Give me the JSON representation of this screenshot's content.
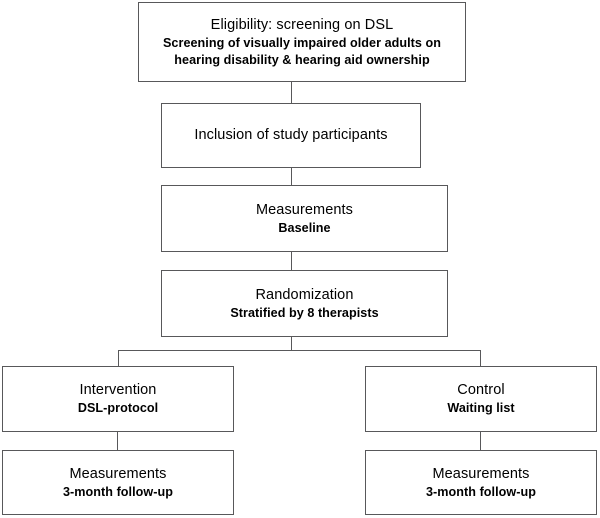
{
  "diagram": {
    "kind": "study-flow-diagram",
    "colors": {
      "background": "#ffffff",
      "border": "#58585a",
      "text": "#000000"
    },
    "nodes": {
      "eligibility": {
        "title": "Eligibility: screening on DSL",
        "sub_line1": "Screening of visually impaired older adults on",
        "sub_line2": "hearing disability & hearing aid ownership"
      },
      "inclusion": {
        "title": "Inclusion of study participants"
      },
      "baseline": {
        "title": "Measurements",
        "sub": "Baseline"
      },
      "randomization": {
        "title": "Randomization",
        "sub": "Stratified by 8 therapists"
      },
      "intervention": {
        "title": "Intervention",
        "sub": "DSL-protocol"
      },
      "control": {
        "title": "Control",
        "sub": "Waiting list"
      },
      "followup_intervention": {
        "title": "Measurements",
        "sub": "3-month follow-up"
      },
      "followup_control": {
        "title": "Measurements",
        "sub": "3-month follow-up"
      }
    }
  }
}
